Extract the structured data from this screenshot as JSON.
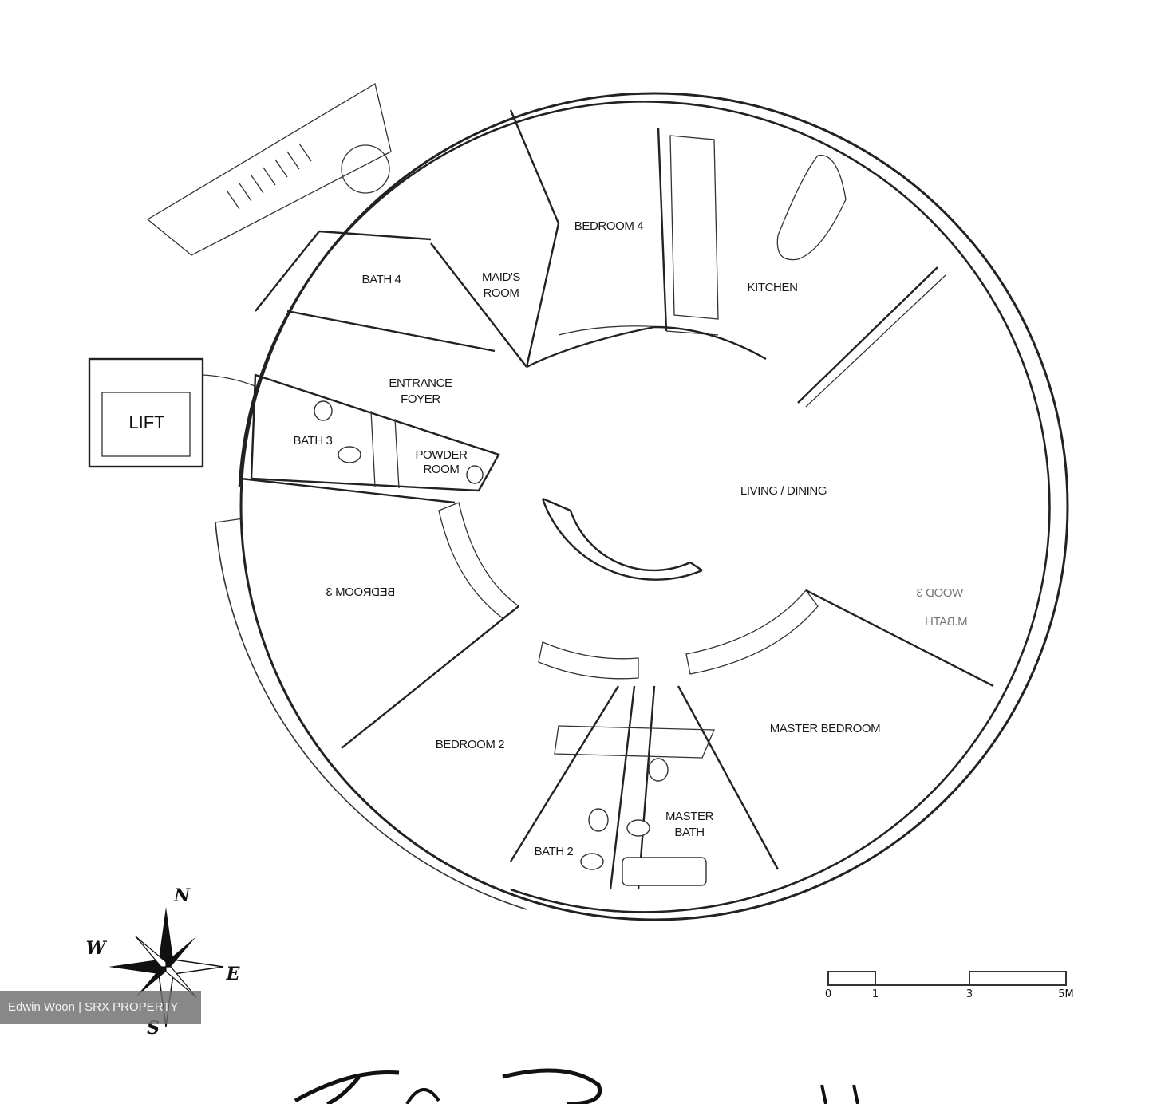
{
  "rooms": {
    "bedroom4": "BEDROOM 4",
    "kitchen": "KITCHEN",
    "bath4": "BATH 4",
    "maids_room_line1": "MAID'S",
    "maids_room_line2": "ROOM",
    "entrance_line1": "ENTRANCE",
    "entrance_line2": "FOYER",
    "bath3": "BATH 3",
    "powder_line1": "POWDER",
    "powder_line2": "ROOM",
    "living_dining": "LIVING / DINING",
    "bedroom3_mirrored": "BEDROOM 3",
    "bedroom2": "BEDROOM 2",
    "master_bedroom": "MASTER BEDROOM",
    "master_bath_line1": "MASTER",
    "master_bath_line2": "BATH",
    "bath2": "BATH 2",
    "mirror_line1": "WOOD 3",
    "mirror_line2": "M.BATH"
  },
  "lift": "LIFT",
  "compass": {
    "n": "N",
    "e": "E",
    "s": "S",
    "w": "W"
  },
  "scale": {
    "ticks": [
      "0",
      "1",
      "3",
      "5M"
    ]
  },
  "watermark": "Edwin Woon | SRX PROPERTY",
  "colors": {
    "ink": "#222222",
    "paper": "#ffffff",
    "watermark_bg": "#6e6e6e"
  }
}
